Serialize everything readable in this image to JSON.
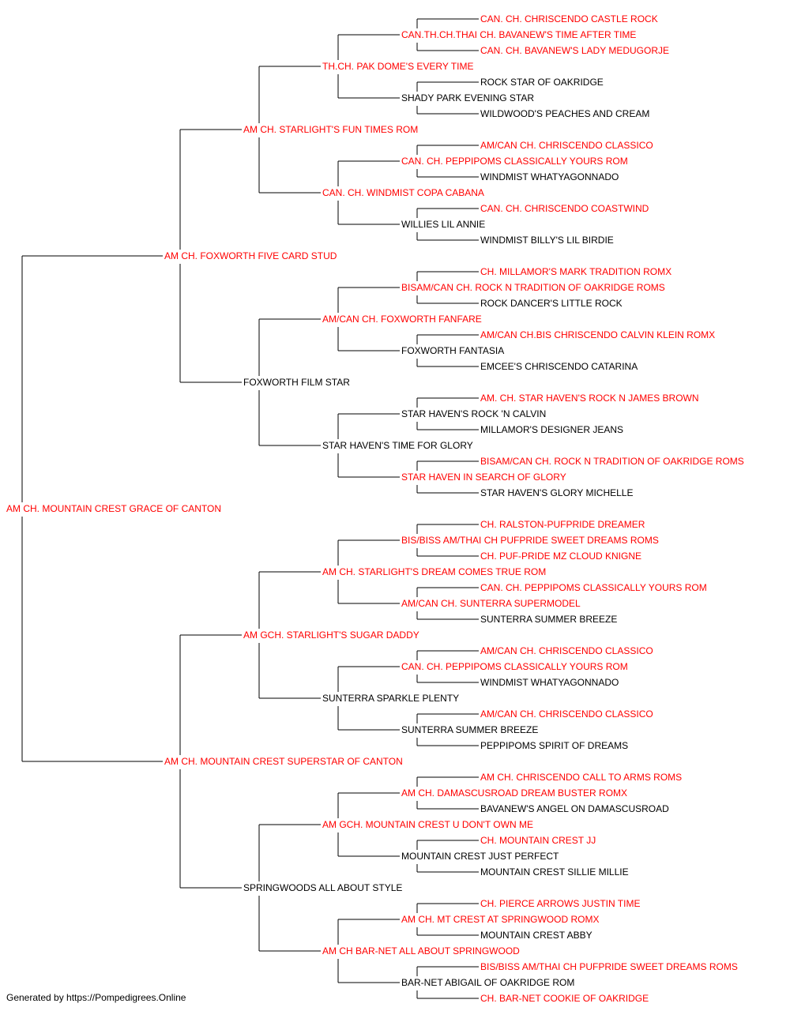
{
  "colors": {
    "titled": "#ff0000",
    "untitled": "#000000",
    "line": "#000000"
  },
  "subject": "AM CH. MOUNTAIN CREST GRACE OF CANTON",
  "generation_1": [
    "AM CH. FOXWORTH FIVE CARD STUD",
    "AM CH. MOUNTAIN CREST SUPERSTAR OF CANTON"
  ],
  "generation_2": [
    "AM CH. STARLIGHT'S FUN TIMES ROM",
    "FOXWORTH FILM STAR",
    "AM GCH. STARLIGHT'S SUGAR DADDY",
    "SPRINGWOODS ALL ABOUT STYLE"
  ],
  "generation_3": [
    "TH.CH. PAK DOME'S EVERY TIME",
    "CAN. CH. WINDMIST COPA CABANA",
    "AM/CAN CH. FOXWORTH FANFARE",
    "STAR HAVEN'S TIME FOR GLORY",
    "AM CH. STARLIGHT'S DREAM COMES TRUE ROM",
    "SUNTERRA SPARKLE PLENTY",
    "AM GCH. MOUNTAIN CREST U DON'T OWN ME",
    "AM CH BAR-NET ALL ABOUT SPRINGWOOD"
  ],
  "generation_4": [
    "CAN.TH.CH.THAI CH. BAVANEW'S TIME AFTER TIME",
    "SHADY PARK EVENING STAR",
    "CAN. CH. PEPPIPOMS CLASSICALLY YOURS ROM",
    "WILLIES LIL ANNIE",
    "BISAM/CAN CH. ROCK N TRADITION OF OAKRIDGE ROMS",
    "FOXWORTH FANTASIA",
    "STAR HAVEN'S ROCK 'N CALVIN",
    "STAR HAVEN IN SEARCH OF GLORY",
    "BIS/BISS AM/THAI CH PUFPRIDE SWEET DREAMS ROMS",
    "AM/CAN CH. SUNTERRA SUPERMODEL",
    "CAN. CH. PEPPIPOMS CLASSICALLY YOURS ROM",
    "SUNTERRA SUMMER BREEZE",
    "AM CH. DAMASCUSROAD DREAM BUSTER ROMX",
    "MOUNTAIN CREST JUST PERFECT",
    "AM CH. MT CREST AT SPRINGWOOD ROMX",
    "BAR-NET ABIGAIL OF OAKRIDGE ROM"
  ],
  "generation_5": [
    "CAN. CH. CHRISCENDO CASTLE ROCK",
    "CAN. CH. BAVANEW'S LADY MEDUGORJE",
    "ROCK STAR OF OAKRIDGE",
    "WILDWOOD'S PEACHES AND CREAM",
    "AM/CAN CH. CHRISCENDO CLASSICO",
    "WINDMIST WHATYAGONNADO",
    "CAN. CH. CHRISCENDO COASTWIND",
    "WINDMIST BILLY'S LIL BIRDIE",
    "CH. MILLAMOR'S MARK TRADITION ROMX",
    "ROCK DANCER'S LITTLE ROCK",
    "AM/CAN CH.BIS CHRISCENDO CALVIN KLEIN ROMX",
    "EMCEE'S CHRISCENDO CATARINA",
    "AM. CH. STAR HAVEN'S ROCK N JAMES BROWN",
    "MILLAMOR'S DESIGNER JEANS",
    "BISAM/CAN CH. ROCK N TRADITION OF OAKRIDGE ROMS",
    "STAR HAVEN'S GLORY MICHELLE",
    "CH. RALSTON-PUFPRIDE DREAMER",
    "CH. PUF-PRIDE MZ CLOUD KNIGNE",
    "CAN. CH. PEPPIPOMS CLASSICALLY YOURS ROM",
    "SUNTERRA SUMMER BREEZE",
    "AM/CAN CH. CHRISCENDO CLASSICO",
    "WINDMIST WHATYAGONNADO",
    "AM/CAN CH. CHRISCENDO CLASSICO",
    "PEPPIPOMS SPIRIT OF DREAMS",
    "AM CH. CHRISCENDO CALL TO ARMS ROMS",
    "BAVANEW'S ANGEL ON DAMASCUSROAD",
    "CH. MOUNTAIN CREST JJ",
    "MOUNTAIN CREST SILLIE MILLIE",
    "CH. PIERCE ARROWS JUSTIN TIME",
    "MOUNTAIN CREST ABBY",
    "BIS/BISS AM/THAI CH PUFPRIDE SWEET DREAMS ROMS",
    "CH. BAR-NET COOKIE OF OAKRIDGE"
  ],
  "footer": "Generated by https://Pompedigrees.Online"
}
